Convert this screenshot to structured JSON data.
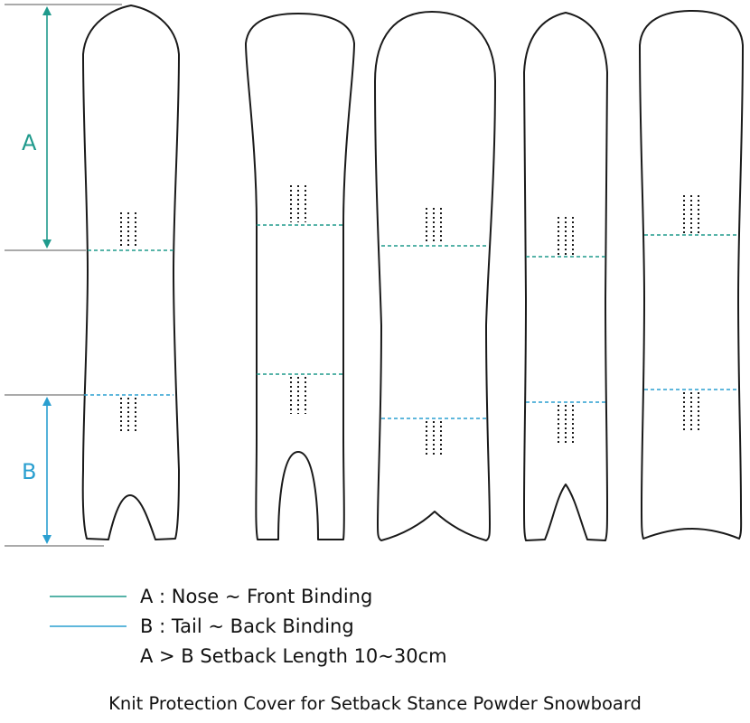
{
  "colors": {
    "nose_front": "#1f9a8c",
    "tail_back": "#2a9fd0",
    "outline": "#1a1a1a"
  },
  "dimensions": {
    "a_label": "A",
    "b_label": "B"
  },
  "legend": {
    "a_text": "A : Nose ~ Front Binding",
    "b_text": "B : Tail ~ Back Binding",
    "setback_text": "A > B  Setback Length 10~30cm"
  },
  "caption": "Knit Protection Cover for Setback Stance Powder Snowboard"
}
